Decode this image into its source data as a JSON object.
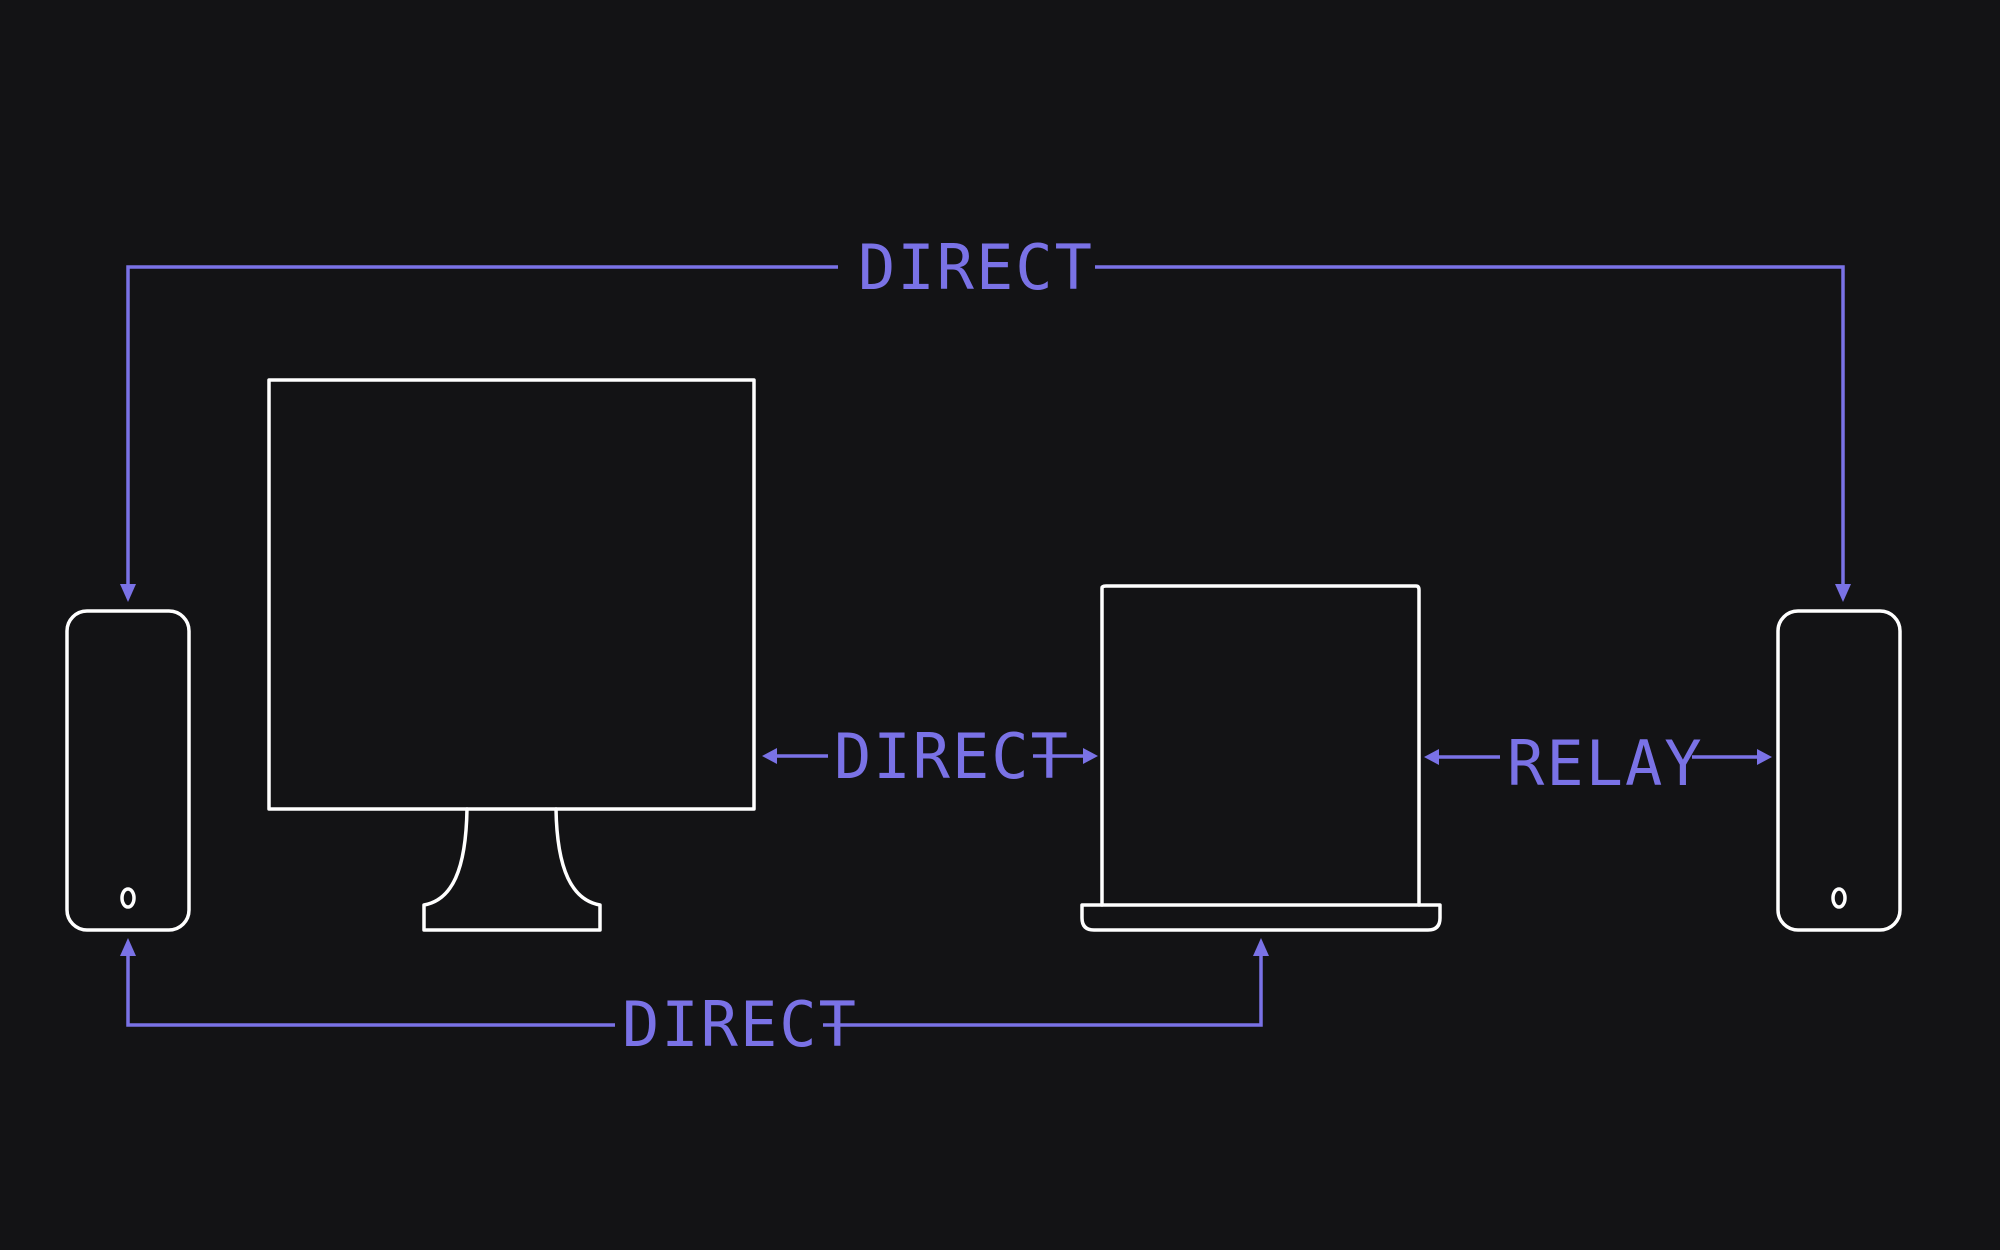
{
  "colors": {
    "background": "#131315",
    "device_stroke": "#ffffff",
    "connection": "#7a72e6"
  },
  "devices": [
    {
      "id": "phone-left",
      "icon": "smartphone-icon"
    },
    {
      "id": "desktop",
      "icon": "desktop-monitor-icon"
    },
    {
      "id": "laptop",
      "icon": "laptop-icon"
    },
    {
      "id": "phone-right",
      "icon": "smartphone-icon"
    }
  ],
  "connections": {
    "top": {
      "label": "DIRECT",
      "from": "phone-left",
      "to": "phone-right"
    },
    "middle": {
      "label": "DIRECT",
      "from": "desktop",
      "to": "laptop"
    },
    "relay": {
      "label": "RELAY",
      "from": "laptop",
      "to": "phone-right"
    },
    "bottom": {
      "label": "DIRECT",
      "from": "phone-left",
      "to": "laptop"
    }
  }
}
